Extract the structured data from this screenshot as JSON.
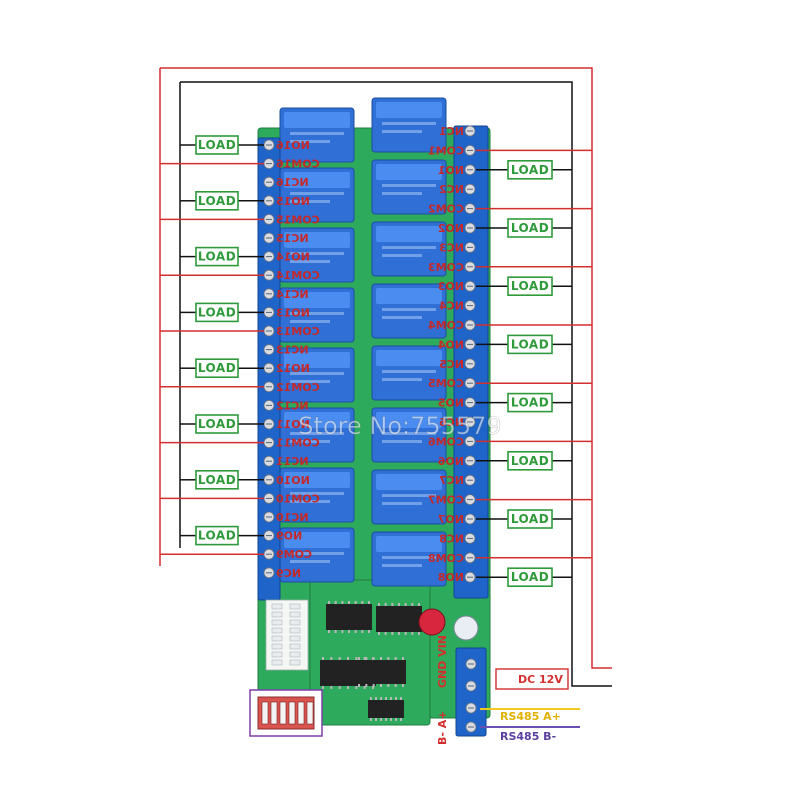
{
  "diagram": {
    "left_pins": [
      "NO16",
      "COM16",
      "NC16",
      "NO15",
      "COM15",
      "NC15",
      "NO14",
      "COM14",
      "NC14",
      "NO13",
      "COM13",
      "NC13",
      "NO12",
      "COM12",
      "NC12",
      "NO11",
      "COM11",
      "NC11",
      "NO10",
      "COM10",
      "NC10",
      "NO9",
      "COM9",
      "NC9"
    ],
    "right_pins": [
      "NC1",
      "COM1",
      "NO1",
      "NC2",
      "COM2",
      "NO2",
      "NC3",
      "COM3",
      "NO3",
      "NC4",
      "COM4",
      "NO4",
      "NC5",
      "COM5",
      "NO5",
      "NC6",
      "COM6",
      "NO6",
      "NC7",
      "COM7",
      "NO7",
      "NC8",
      "COM8",
      "NO8"
    ],
    "load_label": "LOAD",
    "watermark": "Store No:755579",
    "power_label": "DC 12V",
    "power_pins": "GND VIN",
    "rs485_pins": "B- A+",
    "rs485_a_label": "RS485 A+",
    "rs485_b_label": "RS485 B-",
    "colors": {
      "wire_red": "#d32f2f",
      "wire_black": "#111111",
      "load_green": "#2e9a3a",
      "pcb_green": "#2eaa5c",
      "relay_blue": "#2f6fd6",
      "rs485_a": "#f2c81f",
      "rs485_b": "#6a4fb3"
    }
  }
}
